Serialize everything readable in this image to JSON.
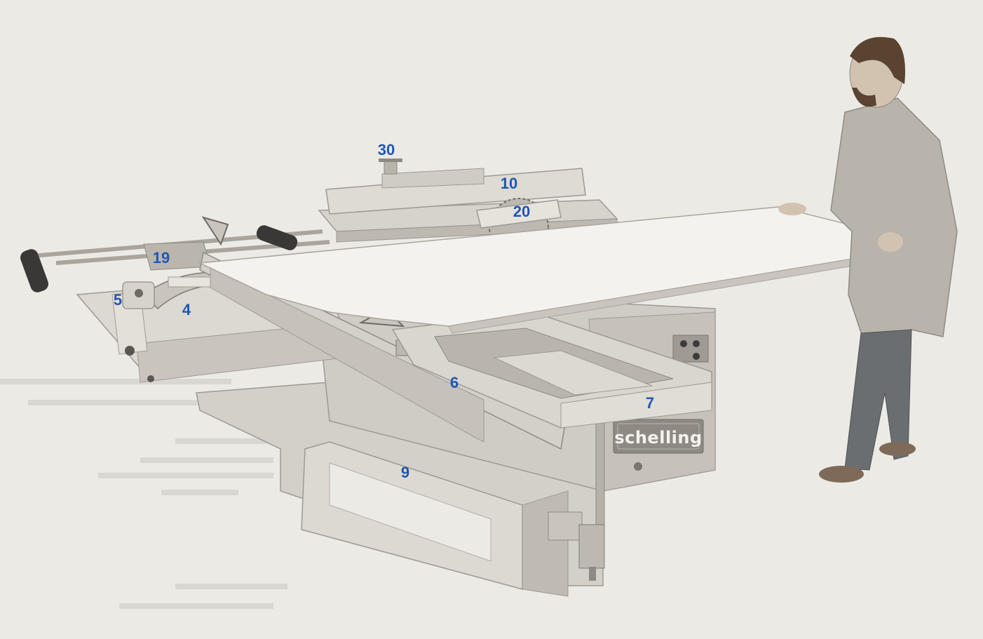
{
  "colors": {
    "callout": "#1f57b4",
    "background": "#eceae5",
    "machine": "#d3d0c9",
    "machine_dark": "#a9a59d",
    "panel": "#f4f2ee",
    "brand_plate": "#8e8a83",
    "coat": "#b9b4ab",
    "trousers": "#6b6e70",
    "hair": "#5a4331"
  },
  "brand": {
    "name": "schelling"
  },
  "callouts": [
    {
      "id": "30",
      "label": "30"
    },
    {
      "id": "10",
      "label": "10"
    },
    {
      "id": "20",
      "label": "20"
    },
    {
      "id": "19",
      "label": "19"
    },
    {
      "id": "5",
      "label": "5"
    },
    {
      "id": "4",
      "label": "4"
    },
    {
      "id": "6",
      "label": "6"
    },
    {
      "id": "7",
      "label": "7"
    },
    {
      "id": "9",
      "label": "9"
    }
  ]
}
